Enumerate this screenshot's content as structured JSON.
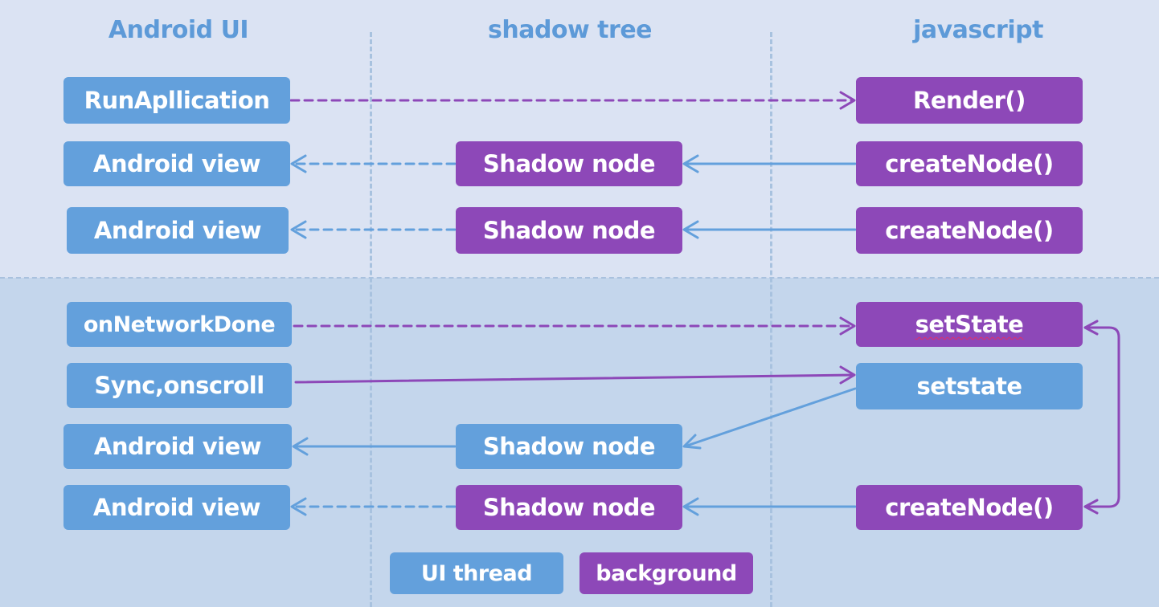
{
  "columns": {
    "android": "Android UI",
    "shadow": "shadow tree",
    "js": "javascript"
  },
  "android_ui": {
    "run_application": "RunApllication",
    "view_1": "Android view",
    "view_2": "Android view",
    "on_network_done": "onNetworkDone",
    "sync_onscroll": "Sync,onscroll",
    "view_3": "Android view",
    "view_4": "Android view"
  },
  "shadow_tree": {
    "node_1": "Shadow node",
    "node_2": "Shadow node",
    "node_3": "Shadow node",
    "node_4": "Shadow node"
  },
  "javascript": {
    "render": "Render()",
    "create_node_1": "createNode()",
    "create_node_2": "createNode()",
    "set_state": "setState",
    "setstate_sync": "setstate",
    "create_node_3": "createNode()"
  },
  "legend": {
    "ui_thread": "UI thread",
    "background": "background"
  },
  "colors": {
    "ui_thread": "#63a0dc",
    "background": "#8d48b8",
    "title": "#5d9ad8",
    "spellcheck_underline": "#e0306a"
  }
}
